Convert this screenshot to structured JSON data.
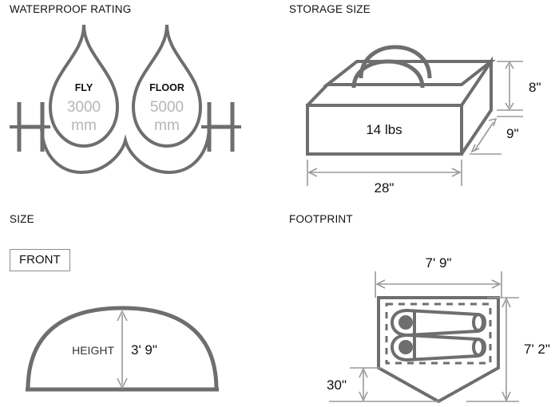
{
  "panels": {
    "waterproof": {
      "title": "WATERPROOF RATING",
      "left_symbol": "H",
      "right_symbol": "H",
      "drops": [
        {
          "label": "FLY",
          "value": "3000",
          "unit": "mm"
        },
        {
          "label": "FLOOR",
          "value": "5000",
          "unit": "mm"
        }
      ]
    },
    "storage": {
      "title": "STORAGE SIZE",
      "weight": "14 lbs",
      "height_dim": "8\"",
      "depth_dim": "9\"",
      "width_dim": "28\""
    },
    "size": {
      "title": "SIZE",
      "view_label": "FRONT",
      "height_label": "HEIGHT",
      "height_value": "3' 9\""
    },
    "footprint": {
      "title": "FOOTPRINT",
      "width_dim": "7' 9\"",
      "length_dim": "7' 2\"",
      "vestibule_dim": "30\""
    }
  },
  "colors": {
    "stroke": "#6e6e6e",
    "dimension": "#9a9a9a",
    "text_dark": "#111111",
    "text_faded": "#b6b6b6",
    "background": "#ffffff"
  }
}
